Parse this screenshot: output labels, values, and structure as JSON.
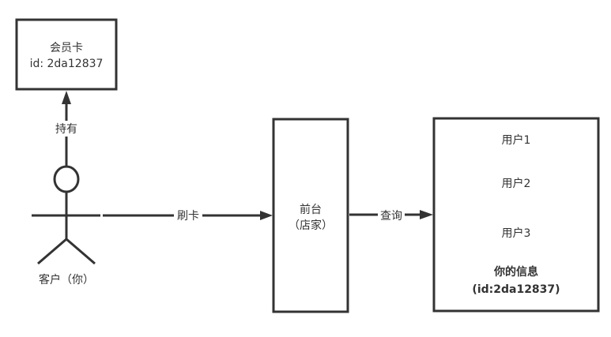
{
  "card": {
    "line1": "会员卡",
    "line2": "id: 2da12837"
  },
  "actor": {
    "label": "客户（你）"
  },
  "edges": {
    "hold": "持有",
    "swipe": "刷卡",
    "query": "查询"
  },
  "front_desk": {
    "line1": "前台",
    "line2": "（店家）"
  },
  "database": {
    "users": [
      "用户1",
      "用户2",
      "用户3"
    ],
    "yours_title": "你的信息",
    "yours_id": "(id:2da12837)"
  },
  "colors": {
    "stroke": "#333333",
    "background": "#ffffff"
  }
}
